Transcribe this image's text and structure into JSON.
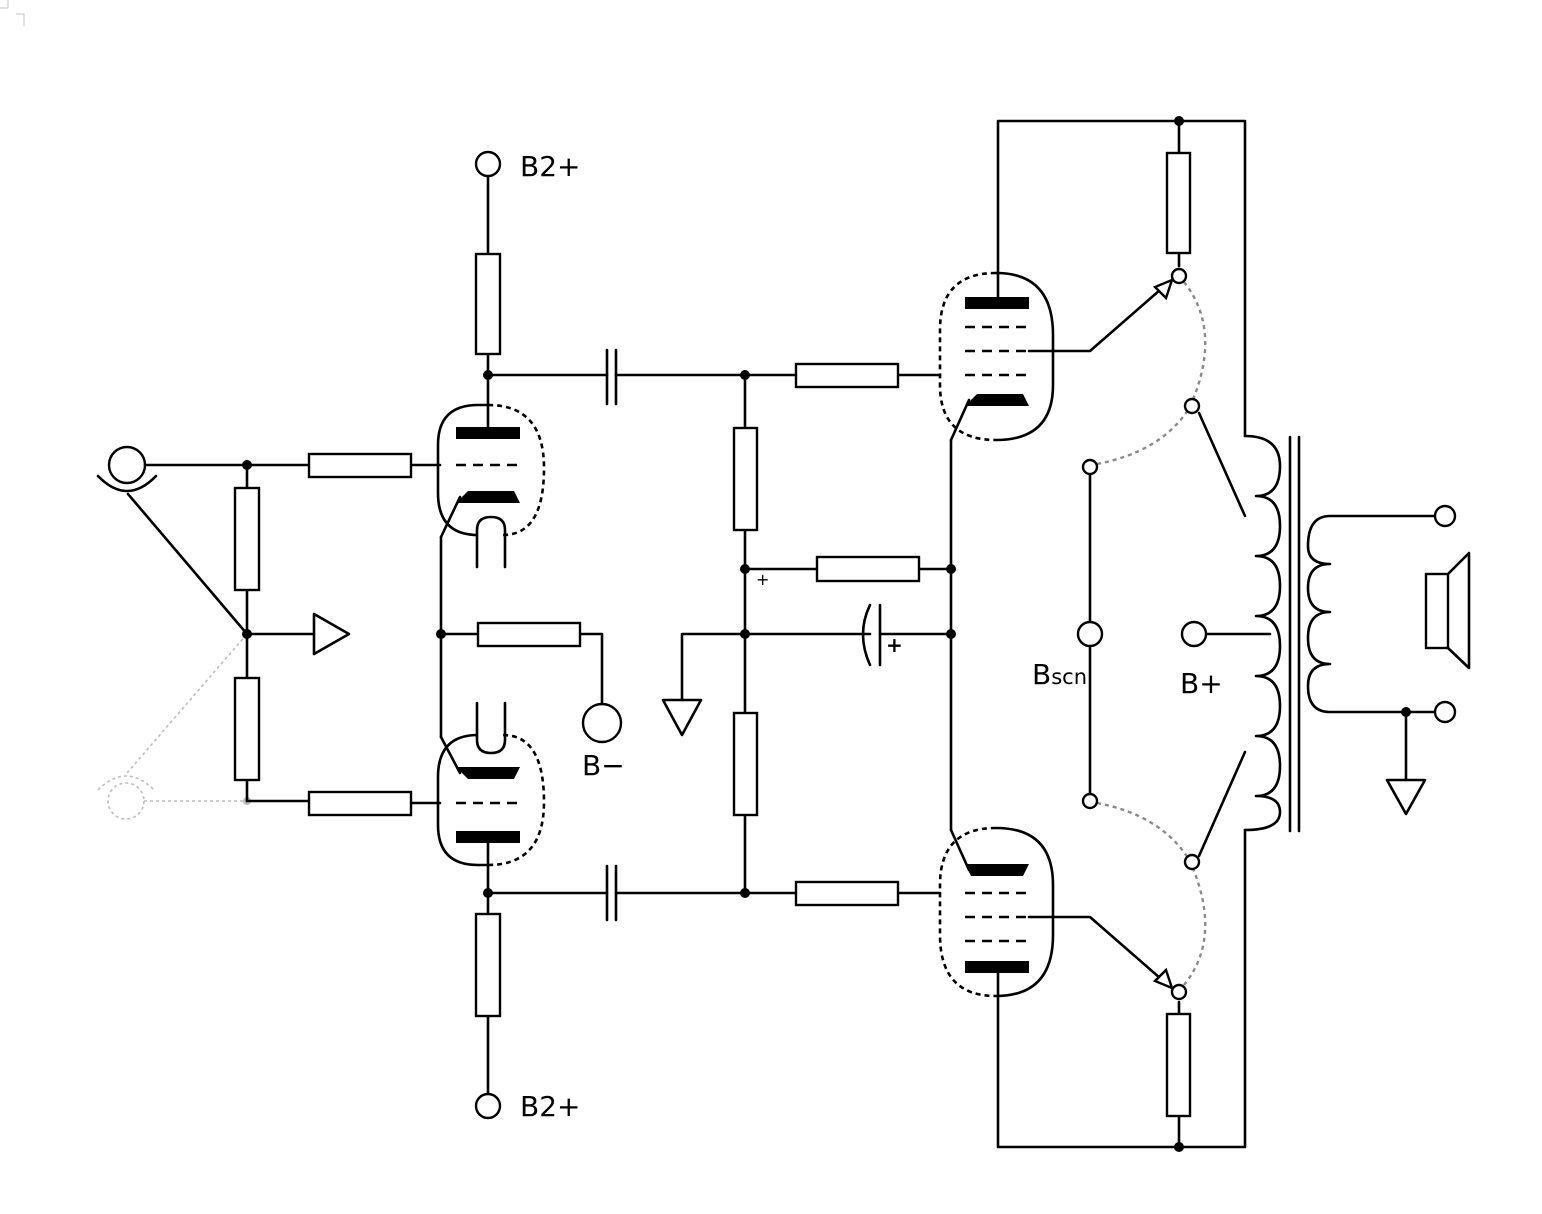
{
  "labels": {
    "b2_top": "B2+",
    "b2_bottom": "B2+",
    "b_minus": "B−",
    "b_screen_main": "B",
    "b_screen_sub": "scn",
    "b_plus": "B+",
    "cap_polarity": "+",
    "node_polarity": "+"
  },
  "colors": {
    "wire": "#000000",
    "switch_link": "#8a8a8a",
    "ghost": "#bdbdbd"
  },
  "icons": [
    "input-jack-icon",
    "ground-icon",
    "speaker-icon",
    "vacuum-tube-icon",
    "transformer-icon"
  ]
}
